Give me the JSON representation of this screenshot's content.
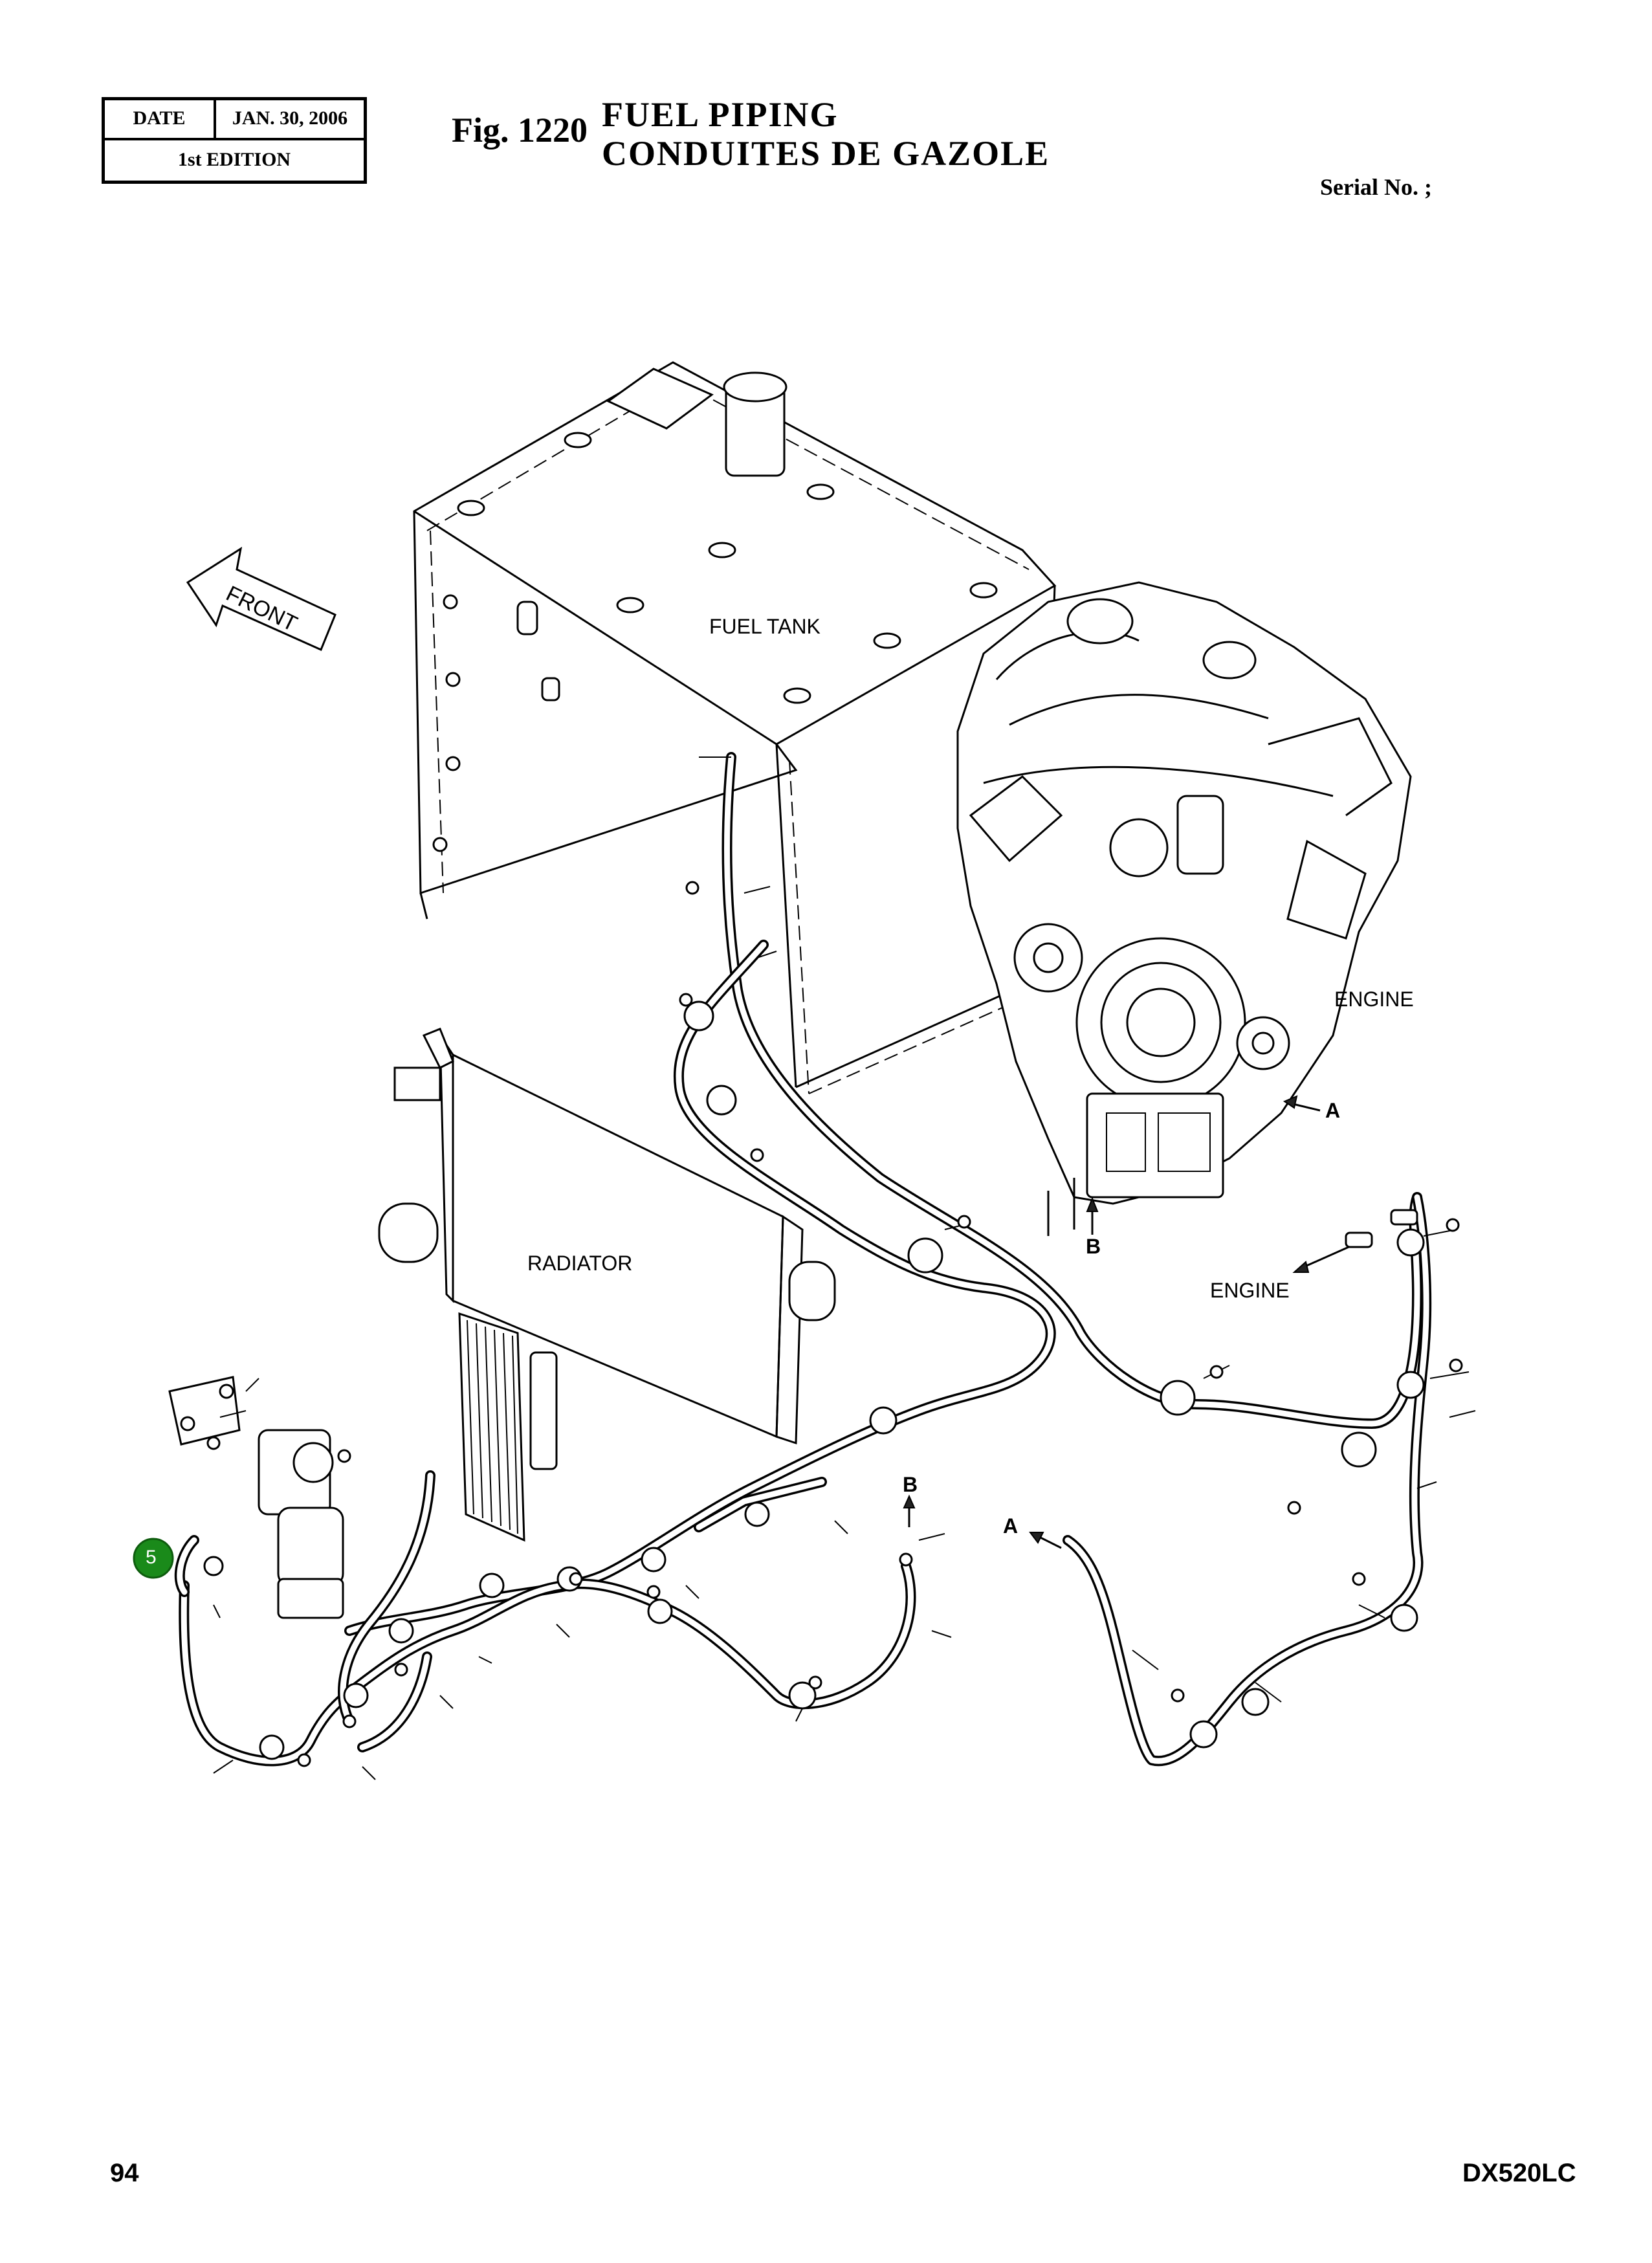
{
  "header": {
    "date_label": "DATE",
    "date_value": "JAN. 30, 2006",
    "edition": "1st EDITION",
    "fig_number": "Fig. 1220",
    "title_en": "FUEL  PIPING",
    "title_fr": "CONDUITES  DE  GAZOLE",
    "serial": "Serial No. ;"
  },
  "diagram": {
    "front_arrow": "FRONT",
    "fuel_tank": "FUEL TANK",
    "engine_top": "ENGINE",
    "engine_side": "ENGINE",
    "radiator": "RADIATOR",
    "ref_a_engine": "A",
    "ref_b_engine": "B",
    "ref_b_hose": "B",
    "ref_a_hose": "A",
    "callout_number": "5",
    "callout_color": "#1a8a1a"
  },
  "footer": {
    "page_number": "94",
    "model": "DX520LC"
  }
}
